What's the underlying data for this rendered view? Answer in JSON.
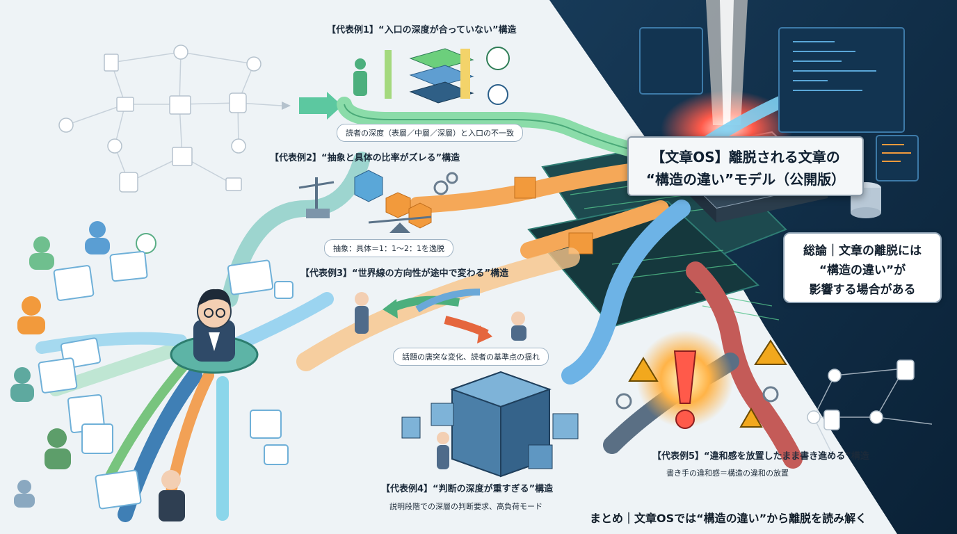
{
  "title": {
    "line1": "【文章OS】離脱される文章の",
    "line2": "“構造の違い”モデル（公開版）"
  },
  "summary": {
    "line1": "総論｜文章の離脱には",
    "line2": "“構造の違い”が",
    "line3": "影響する場合がある"
  },
  "examples": [
    {
      "heading": "【代表例1】“入口の深度が合っていない”構造",
      "caption": "読者の深度（表層／中層／深層）と入口の不一致"
    },
    {
      "heading": "【代表例2】“抽象と具体の比率がズレる”構造",
      "caption": "抽象：具体＝1：1〜2：1を逸脱"
    },
    {
      "heading": "【代表例3】“世界線の方向性が途中で変わる”構造",
      "caption": "話題の唐突な変化、読者の基準点の揺れ"
    },
    {
      "heading": "【代表例4】“判断の深度が重すぎる”構造",
      "caption": "説明段階での深層の判断要求、高負荷モード"
    },
    {
      "heading": "【代表例5】“違和感を放置したまま書き進める”構造",
      "caption": "書き手の違和感＝構造の違和の放置"
    }
  ],
  "footer": "まとめ｜文章OSでは“構造の違い”から離脱を読み解く",
  "colors": {
    "dark_bg": "#0f2c44",
    "green_path": "#7fd39a",
    "orange_path": "#f29a3c",
    "blue_path": "#5fa8dc",
    "red_path": "#d9534f",
    "warning": "#f2a81d",
    "glow": "#ff3b3b"
  }
}
